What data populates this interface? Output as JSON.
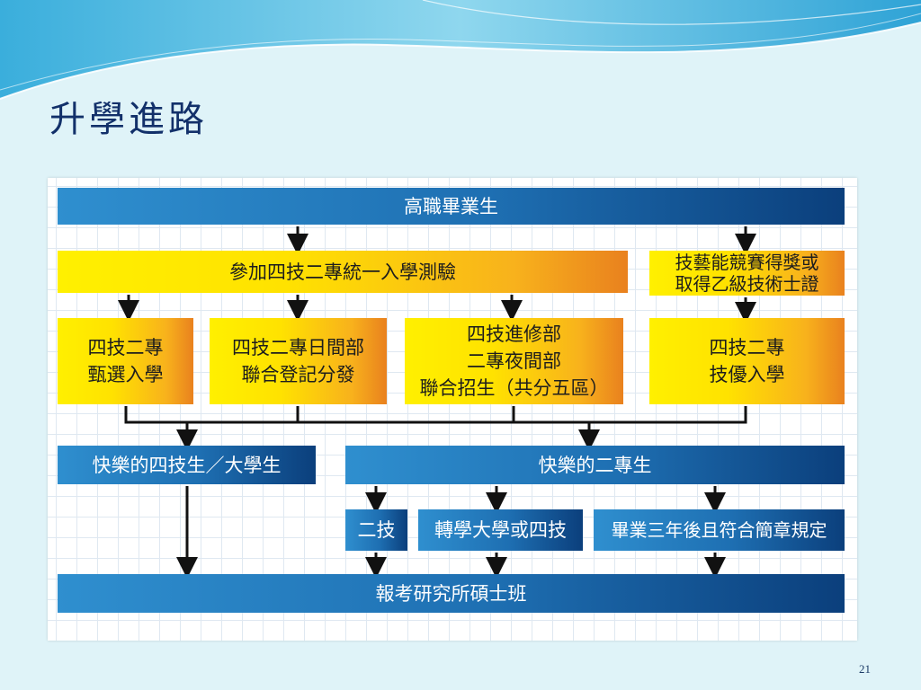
{
  "slide": {
    "title": "升學進路",
    "page_number": "21"
  },
  "flowchart": {
    "graduate": "高職畢業生",
    "unified_exam": "參加四技二專統一入學測驗",
    "competition": "技藝能競賽得獎或\n取得乙級技術士證",
    "path_selection": "四技二專\n甄選入學",
    "path_day_division": "四技二專日間部\n聯合登記分發",
    "path_continuing": "四技進修部\n二專夜間部\n聯合招生（共分五區）",
    "path_excellence": "四技二專\n技優入學",
    "university_student": "快樂的四技生／大學生",
    "junior_college_student": "快樂的二專生",
    "two_year_tech": "二技",
    "transfer": "轉學大學或四技",
    "graduate_rule": "畢業三年後且符合簡章規定",
    "masters": "報考研究所碩士班"
  },
  "colors": {
    "blue_dark": "#0b3f7c",
    "blue_light": "#2f8fcf",
    "yellow": "#fff000",
    "orange": "#e9811e",
    "title": "#12306a"
  }
}
